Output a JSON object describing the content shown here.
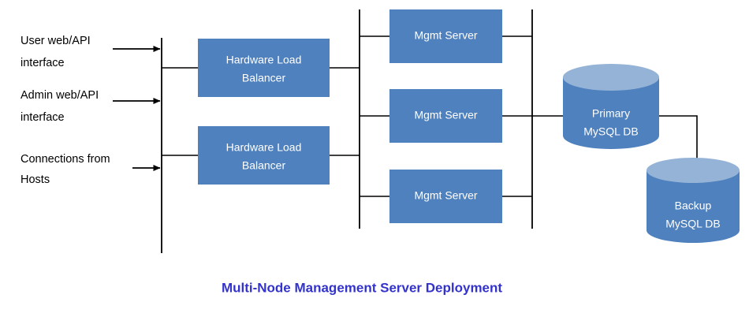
{
  "title": "Multi-Node Management Server Deployment",
  "colors": {
    "node_fill": "#4E81BD",
    "cylinder_body": "#4E81BD",
    "cylinder_top": "#95B3D7",
    "line": "#000000",
    "title_text": "#3333CC",
    "node_text": "#FFFFFF",
    "label_text": "#000000",
    "background": "#FFFFFF"
  },
  "inputs": [
    {
      "line1": "User web/API",
      "line2": "interface"
    },
    {
      "line1": "Admin web/API",
      "line2": "interface"
    },
    {
      "line1": "Connections from",
      "line2": "Hosts"
    }
  ],
  "load_balancers": [
    {
      "line1": "Hardware Load",
      "line2": "Balancer"
    },
    {
      "line1": "Hardware Load",
      "line2": "Balancer"
    }
  ],
  "mgmt_servers": [
    {
      "label": "Mgmt Server"
    },
    {
      "label": "Mgmt Server"
    },
    {
      "label": "Mgmt Server"
    }
  ],
  "databases": [
    {
      "line1": "Primary",
      "line2": "MySQL DB"
    },
    {
      "line1": "Backup",
      "line2": "MySQL DB"
    }
  ]
}
